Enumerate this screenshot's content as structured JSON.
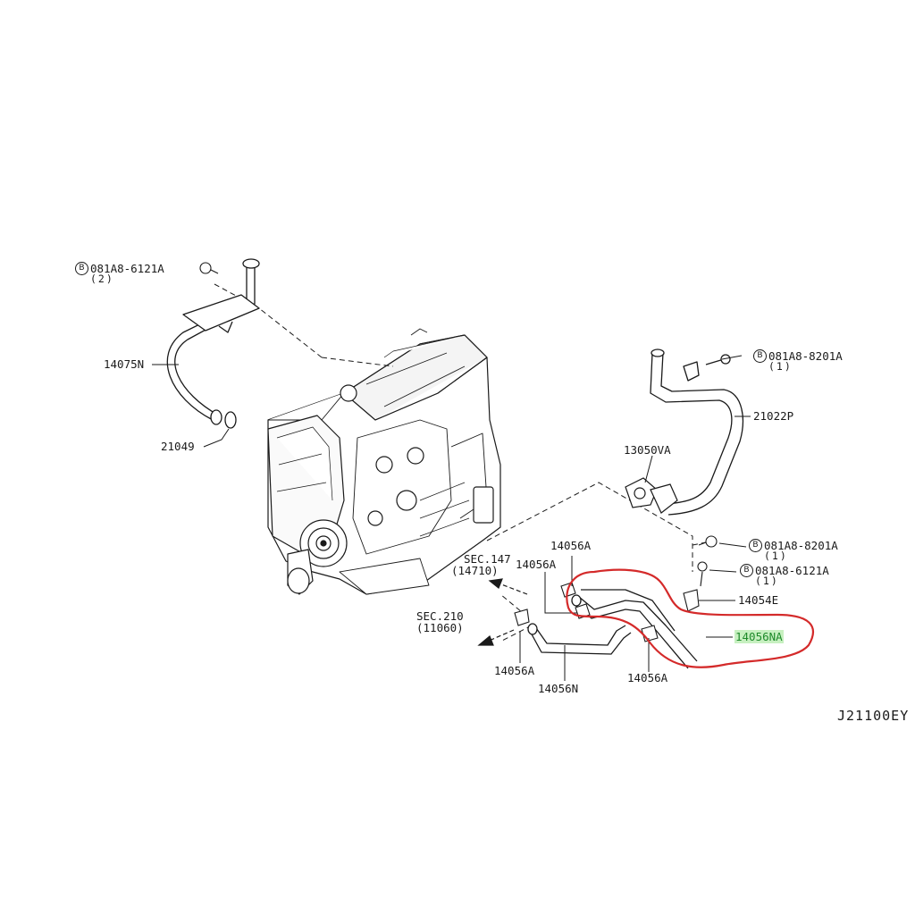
{
  "callouts": {
    "bolt_left": {
      "symbol": "B",
      "code": "081A8-6121A",
      "qty": "(2)"
    },
    "hose_14075n": "14075N",
    "clip_21049": "21049",
    "bolt_upper_right": {
      "symbol": "B",
      "code": "081A8-8201A",
      "qty": "(1)"
    },
    "pipe_21022p": "21022P",
    "gasket_13050va": "13050VA",
    "bolt_mid_right": {
      "symbol": "B",
      "code": "081A8-8201A",
      "qty": "(1)"
    },
    "bolt_lower_right": {
      "symbol": "B",
      "code": "081A8-6121A",
      "qty": "(1)"
    },
    "bracket_14054e": "14054E",
    "hose_14056na": "14056NA",
    "clamp_top": "14056A",
    "clamp_upper_left": "14056A",
    "clamp_lower_left": "14056A",
    "clamp_lower_right": "14056A",
    "hose_14056n": "14056N",
    "sec147": {
      "title": "SEC.147",
      "ref": "(14710)"
    },
    "sec210": {
      "title": "SEC.210",
      "ref": "(11060)"
    }
  },
  "figure_code": "J21100EY",
  "colors": {
    "line": "#1a1a1a",
    "highlight_outline": "#d42a2a",
    "highlight_text": "#1e8a2a",
    "highlight_bg": "#c7f0c0"
  }
}
